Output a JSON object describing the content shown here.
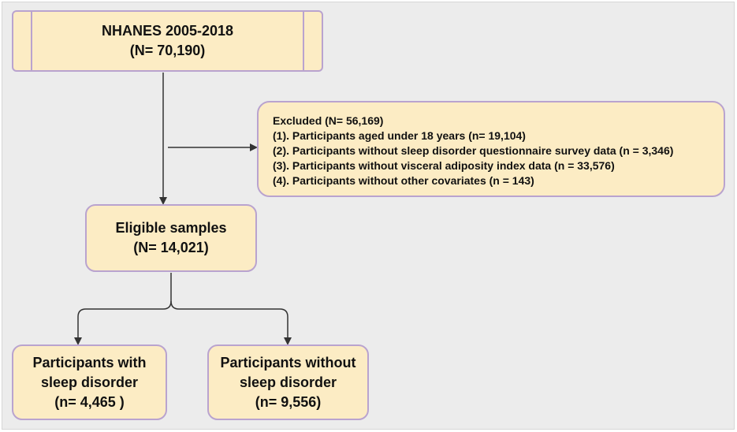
{
  "colors": {
    "canvas_bg": "#ececec",
    "box_fill": "#fcecc4",
    "box_border": "#b9a3cf",
    "arrow": "#333333",
    "text": "#111111"
  },
  "nodes": {
    "source": {
      "line1": "NHANES 2005-2018",
      "line2": "(N= 70,190)"
    },
    "excluded": {
      "heading": "Excluded (N= 56,169)",
      "items": [
        "(1). Participants aged under 18 years (n= 19,104)",
        "(2). Participants without sleep disorder questionnaire survey data (n = 3,346)",
        "(3). Participants without visceral adiposity index data (n = 33,576)",
        "(4). Participants without other covariates (n = 143)"
      ]
    },
    "eligible": {
      "line1": "Eligible samples",
      "line2": "(N= 14,021)"
    },
    "with_disorder": {
      "line1": "Participants with",
      "line2": "sleep disorder",
      "line3": "(n= 4,465 )"
    },
    "without_disorder": {
      "line1": "Participants without",
      "line2": "sleep disorder",
      "line3": "(n= 9,556)"
    }
  }
}
